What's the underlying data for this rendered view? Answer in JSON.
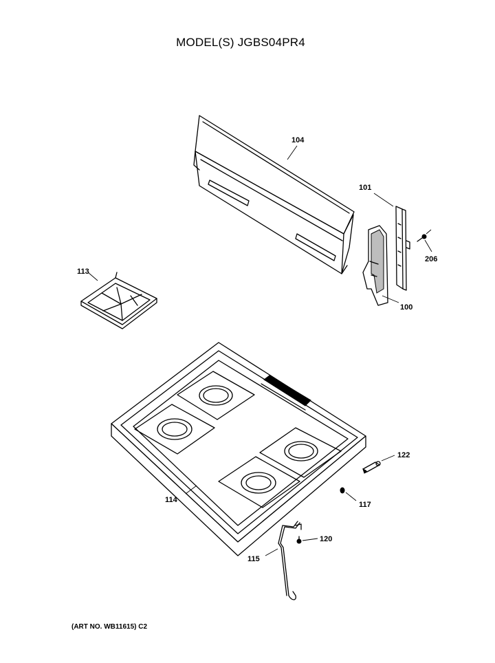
{
  "title": "MODEL(S) JGBS04PR4",
  "footer": "(ART NO. WB11615) C2",
  "parts": {
    "p100": "100",
    "p101": "101",
    "p104": "104",
    "p113": "113",
    "p114": "114",
    "p115": "115",
    "p117": "117",
    "p120": "120",
    "p122": "122",
    "p206": "206"
  }
}
